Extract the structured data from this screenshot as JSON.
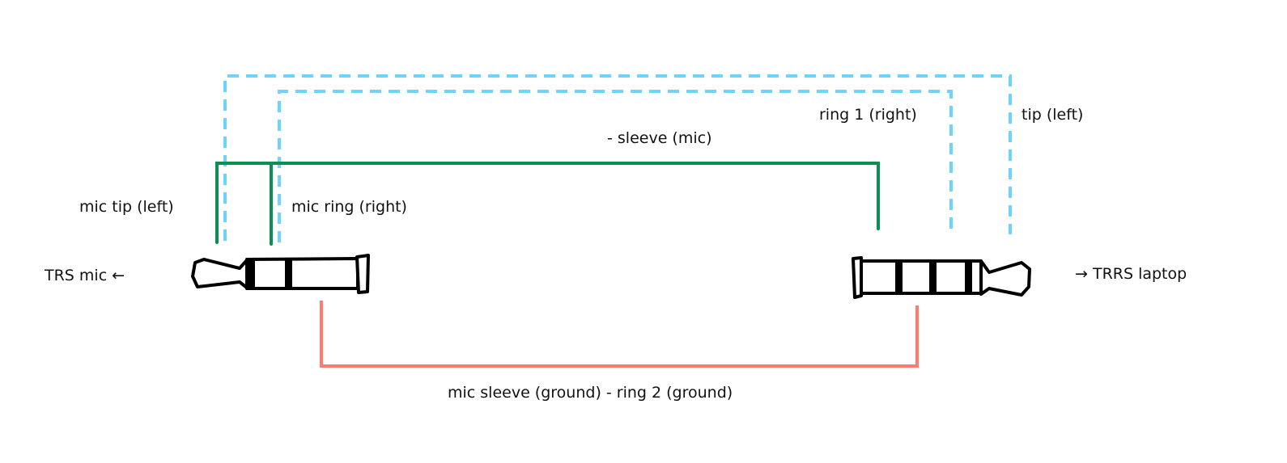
{
  "labels": {
    "mic_tip": "mic tip (left)",
    "mic_ring": "mic ring (right)",
    "trs_mic": "TRS mic ←",
    "trrs_laptop": "→ TRRS laptop",
    "ring1": "ring 1 (right)",
    "tip": "tip (left)",
    "sleeve": "- sleeve (mic)",
    "ground": "mic sleeve (ground) - ring 2 (ground)"
  },
  "colors": {
    "mic_wire": "#0a8f55",
    "laptop_audio_wire": "#6dd3ff",
    "ground_wire": "#ff7a70"
  }
}
